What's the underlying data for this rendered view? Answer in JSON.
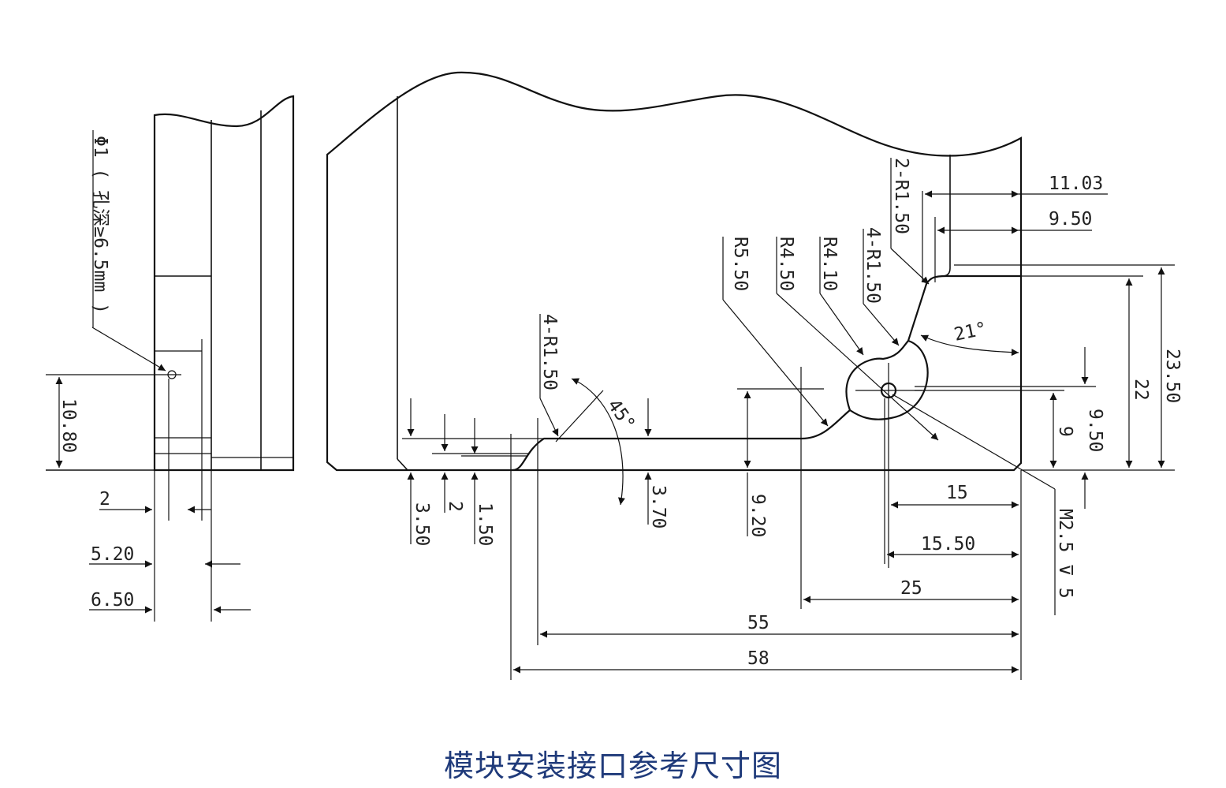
{
  "caption": "模块安装接口参考尺寸图",
  "side_view": {
    "hole_note": "Φ1 ( 孔深≥6.5mm )",
    "dims": {
      "height": "10.80",
      "a": "2",
      "b": "5.20",
      "c": "6.50"
    }
  },
  "front_view": {
    "notes": {
      "r_top": "2-R1.50",
      "r_mid": "4-R1.50",
      "r_left": "4-R1.50",
      "r55": "R5.50",
      "r45": "R4.50",
      "r41": "R4.10",
      "thread": "M2.5 ⊽ 5"
    },
    "angles": {
      "a21": "21°",
      "a45": "45°"
    },
    "dims": {
      "d11": "11.03",
      "d950h": "9.50",
      "d2350": "23.50",
      "d22": "22",
      "d950v": "9.50",
      "d9": "9",
      "d15": "15",
      "d1550": "15.50",
      "d25": "25",
      "d55": "55",
      "d58": "58",
      "d350": "3.50",
      "d2": "2",
      "d150": "1.50",
      "d370": "3.70",
      "d920": "9.20"
    }
  },
  "colors": {
    "line": "#111111",
    "caption": "#1f3a7a"
  }
}
